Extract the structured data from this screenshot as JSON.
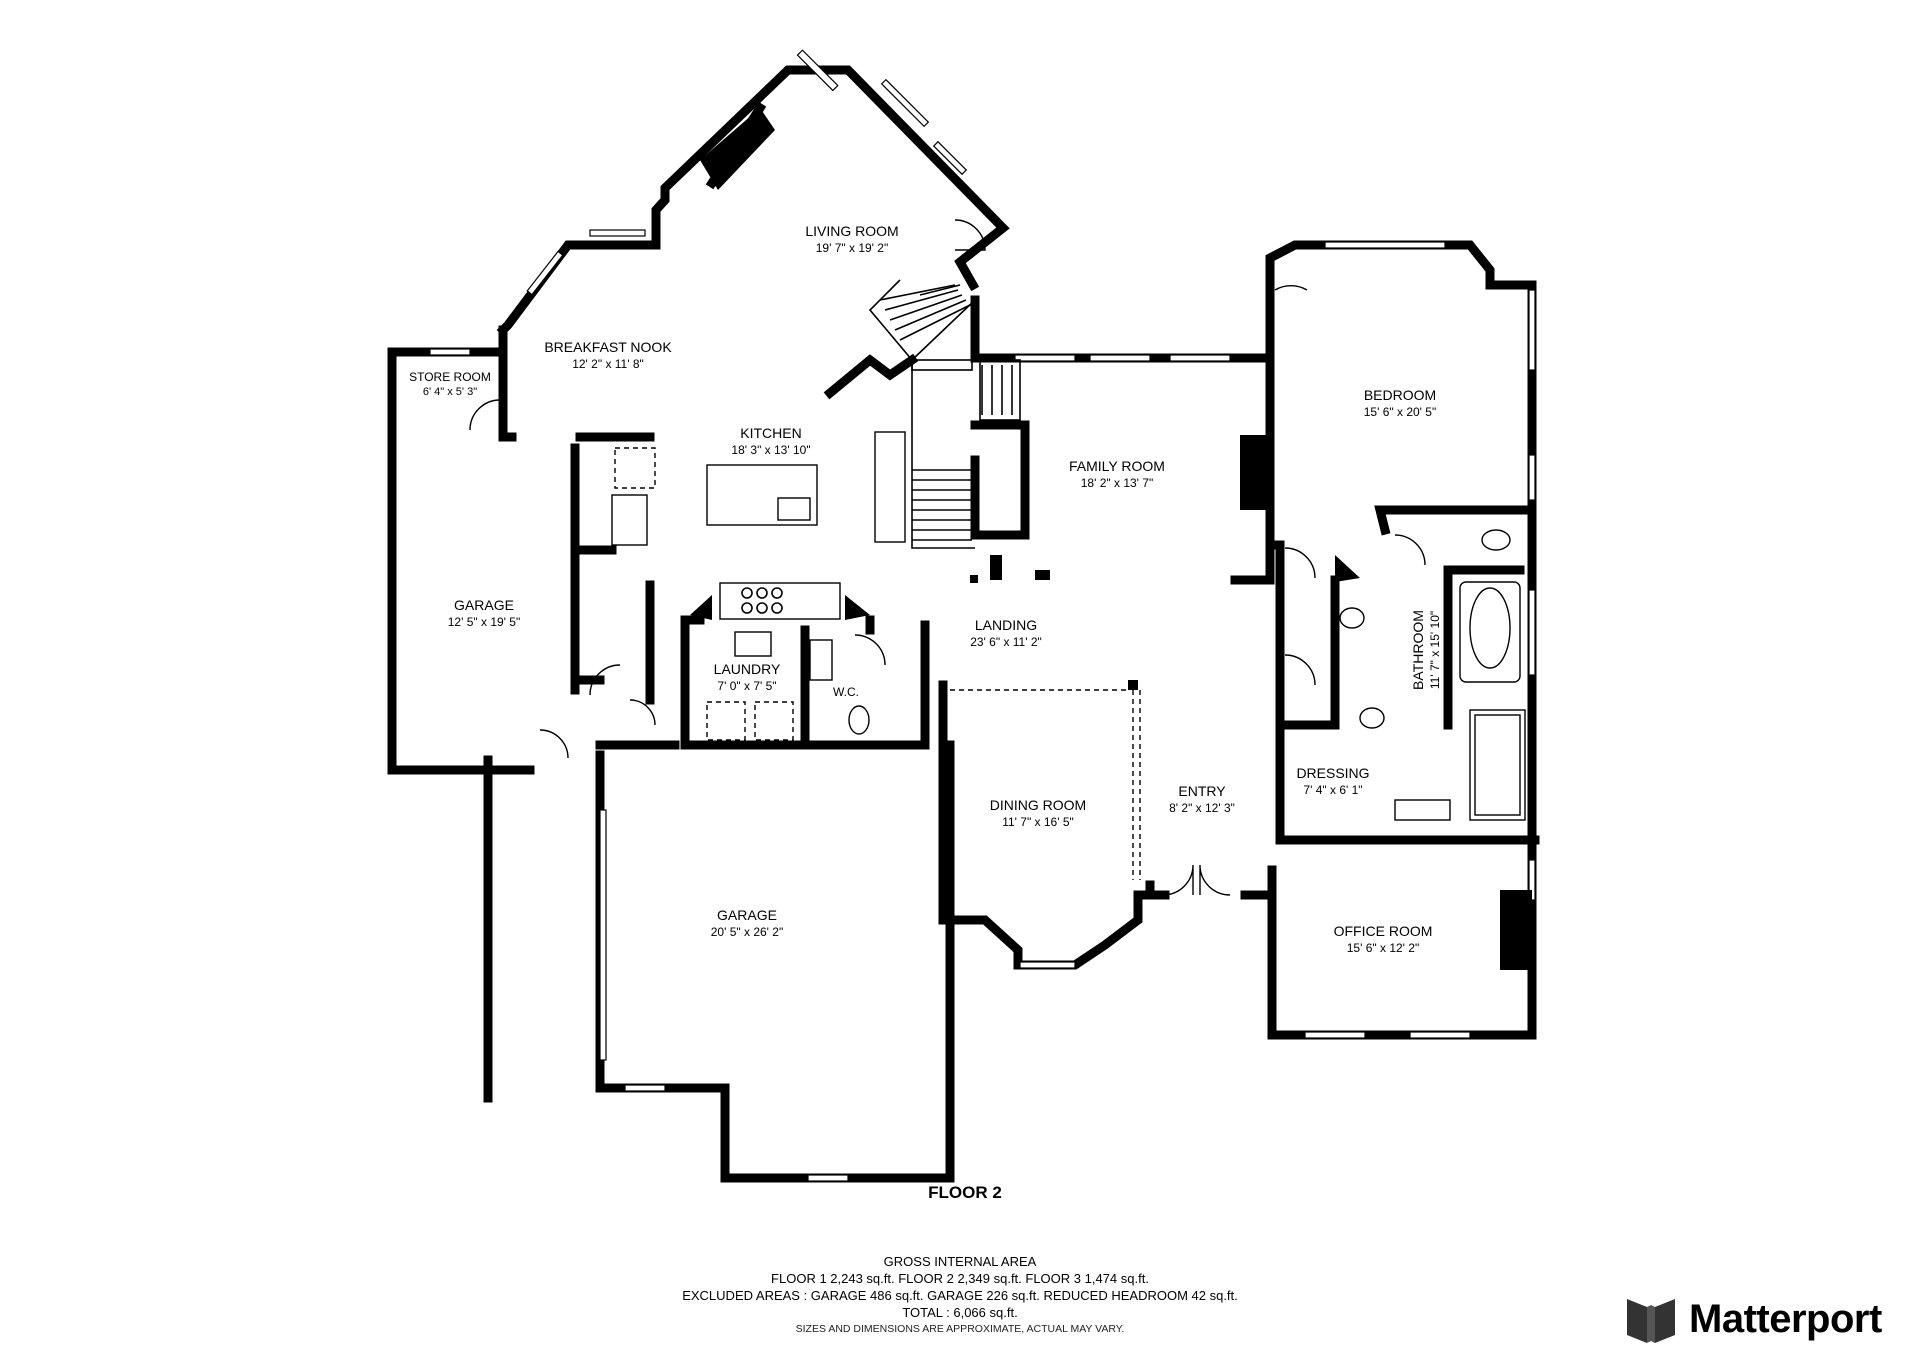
{
  "floor_label": "FLOOR 2",
  "rooms": {
    "living_room": {
      "name": "LIVING ROOM",
      "dims": "19' 7\" x 19' 2\""
    },
    "breakfast_nook": {
      "name": "BREAKFAST NOOK",
      "dims": "12' 2\" x 11' 8\""
    },
    "store_room": {
      "name": "STORE ROOM",
      "dims": "6' 4\" x 5' 3\""
    },
    "kitchen": {
      "name": "KITCHEN",
      "dims": "18' 3\" x 13' 10\""
    },
    "family_room": {
      "name": "FAMILY ROOM",
      "dims": "18' 2\" x 13' 7\""
    },
    "bedroom": {
      "name": "BEDROOM",
      "dims": "15' 6\" x 20' 5\""
    },
    "garage_small": {
      "name": "GARAGE",
      "dims": "12' 5\" x 19' 5\""
    },
    "laundry": {
      "name": "LAUNDRY",
      "dims": "7' 0\" x 7' 5\""
    },
    "wc": {
      "name": "W.C."
    },
    "landing": {
      "name": "LANDING",
      "dims": "23' 6\" x 11' 2\""
    },
    "bathroom": {
      "name": "BATHROOM",
      "dims": "11' 7\" x 15' 10\""
    },
    "dressing": {
      "name": "DRESSING",
      "dims": "7' 4\" x 6' 1\""
    },
    "dining_room": {
      "name": "DINING ROOM",
      "dims": "11' 7\" x 16' 5\""
    },
    "entry": {
      "name": "ENTRY",
      "dims": "8' 2\" x 12' 3\""
    },
    "garage_large": {
      "name": "GARAGE",
      "dims": "20' 5\" x 26' 2\""
    },
    "office_room": {
      "name": "OFFICE ROOM",
      "dims": "15' 6\" x 12' 2\""
    }
  },
  "summary": {
    "title": "GROSS INTERNAL AREA",
    "floors_line": "FLOOR 1 2,243 sq.ft.   FLOOR 2 2,349 sq.ft.   FLOOR 3 1,474 sq.ft.",
    "excluded_line": "EXCLUDED AREAS :   GARAGE 486 sq.ft.   GARAGE 226 sq.ft.   REDUCED HEADROOM 42 sq.ft.",
    "total_line": "TOTAL :  6,066 sq.ft.",
    "disclaimer": "SIZES AND DIMENSIONS ARE APPROXIMATE, ACTUAL MAY VARY."
  },
  "brand": {
    "name": "Matterport",
    "logo_icon": "matterport-logo-icon"
  }
}
